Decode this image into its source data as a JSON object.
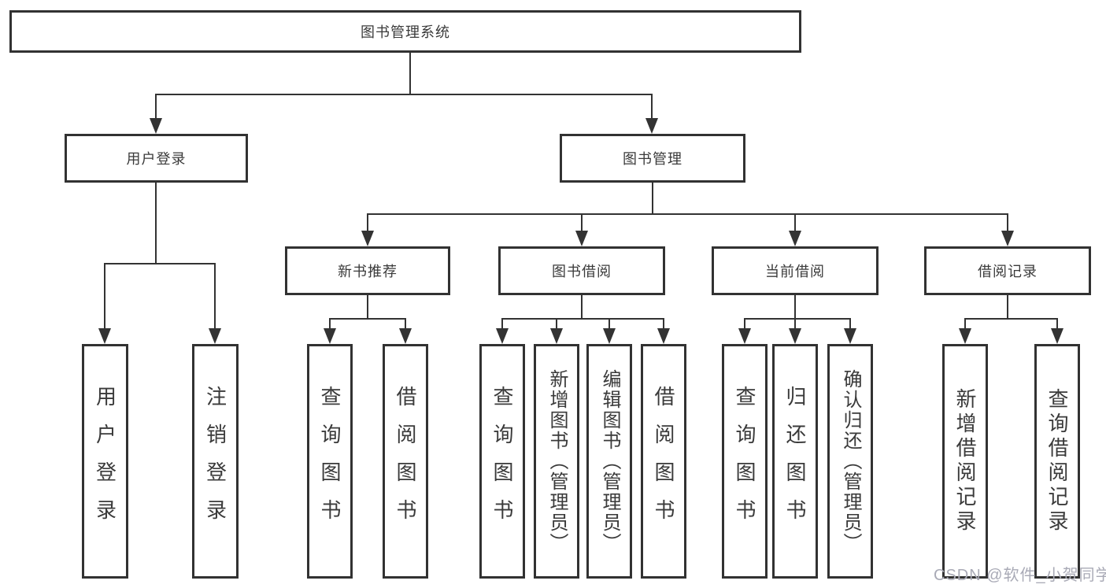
{
  "tree": {
    "label": "图书管理系统",
    "children": [
      {
        "label": "用户登录",
        "children": [
          {
            "label": "用户登录"
          },
          {
            "label": "注销登录"
          }
        ]
      },
      {
        "label": "图书管理",
        "children": [
          {
            "label": "新书推荐",
            "children": [
              {
                "label": "查询图书"
              },
              {
                "label": "借阅图书"
              }
            ]
          },
          {
            "label": "图书借阅",
            "children": [
              {
                "label": "查询图书"
              },
              {
                "label": "新增图书（管理员）"
              },
              {
                "label": "编辑图书（管理员）"
              },
              {
                "label": "借阅图书"
              }
            ]
          },
          {
            "label": "当前借阅",
            "children": [
              {
                "label": "查询图书"
              },
              {
                "label": "归还图书"
              },
              {
                "label": "确认归还（管理员）"
              }
            ]
          },
          {
            "label": "借阅记录",
            "children": [
              {
                "label": "新增借阅记录"
              },
              {
                "label": "查询借阅记录"
              }
            ]
          }
        ]
      }
    ]
  },
  "watermark": "CSDN @软件_小贺同学",
  "colors": {
    "line": "#333333",
    "box_border": "#323232",
    "text": "#3a3a3a",
    "watermark": "#a9aab6",
    "background": "#ffffff"
  }
}
